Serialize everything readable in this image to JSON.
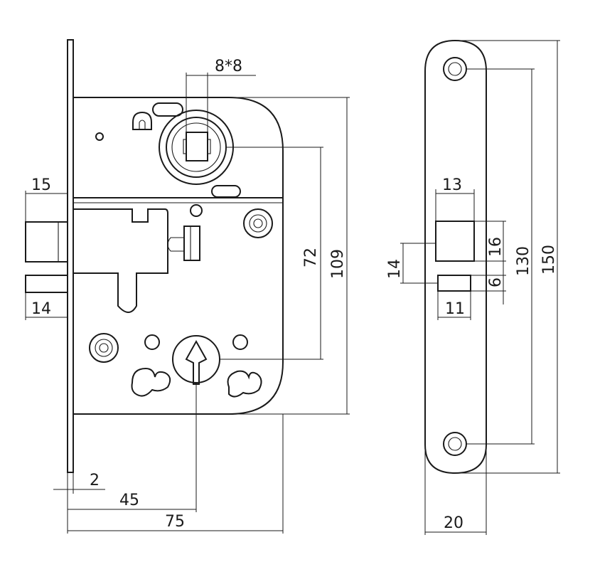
{
  "dimensions": {
    "spindle_square": "8*8",
    "latch_width": "15",
    "bolt_width": "14",
    "faceplate_thickness": "2",
    "backset": "45",
    "body_width": "75",
    "center_distance": "72",
    "body_height": "109",
    "strike_latch_width": "13",
    "strike_latch_height": "16",
    "strike_gap_height": "14",
    "strike_bolt_height": "6",
    "strike_bolt_width": "11",
    "strike_screw_distance": "130",
    "strike_length": "150",
    "strike_width": "20"
  }
}
